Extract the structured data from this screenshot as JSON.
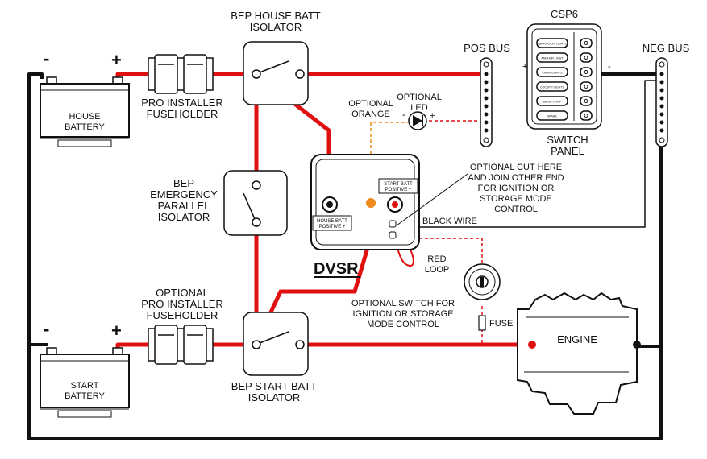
{
  "labels": {
    "house_isolator_1": "BEP HOUSE BATT",
    "house_isolator_2": "ISOLATOR",
    "csp6": "CSP6",
    "pos_bus": "POS BUS",
    "neg_bus": "NEG BUS",
    "switch_panel_1": "SWITCH",
    "switch_panel_2": "PANEL",
    "house_battery_1": "HOUSE",
    "house_battery_2": "BATTERY",
    "pro_fuse_1": "PRO INSTALLER",
    "pro_fuse_2": "FUSEHOLDER",
    "optional_orange_1": "OPTIONAL",
    "optional_orange_2": "ORANGE",
    "optional_led_1": "OPTIONAL",
    "optional_led_2": "LED",
    "led_minus": "-",
    "led_plus": "+",
    "emergency_1": "BEP",
    "emergency_2": "EMERGENCY",
    "emergency_3": "PARALLEL",
    "emergency_4": "ISOLATOR",
    "cut_1": "OPTIONAL CUT HERE",
    "cut_2": "AND JOIN OTHER END",
    "cut_3": "FOR IGNITION OR",
    "cut_4": "STORAGE MODE",
    "cut_5": "CONTROL",
    "black_wire": "BLACK WIRE",
    "house_batt_pos_1": "HOUSE BATT",
    "house_batt_pos_2": "POSITIVE +",
    "start_batt_pos_1": "START BATT",
    "start_batt_pos_2": "POSITIVE +",
    "dvsr": "DVSR",
    "red_loop_1": "RED",
    "red_loop_2": "LOOP",
    "opt_fuse_1": "OPTIONAL",
    "opt_fuse_2": "PRO INSTALLER",
    "opt_fuse_3": "FUSEHOLDER",
    "opt_switch_1": "OPTIONAL SWITCH FOR",
    "opt_switch_2": "IGNITION OR STORAGE",
    "opt_switch_3": "MODE CONTROL",
    "fuse": "FUSE",
    "engine": "ENGINE",
    "start_battery_1": "START",
    "start_battery_2": "BATTERY",
    "start_isolator_1": "BEP START BATT",
    "start_isolator_2": "ISOLATOR",
    "minus": "-",
    "plus": "+",
    "bus_plus": "+",
    "bus_minus": "-"
  },
  "csp6_switches": [
    "NAVIGATION LIGHTS",
    "ANCHOR LIGHT",
    "CABIN LIGHTS",
    "COCKPIT LIGHTS",
    "BILGE PUMP",
    "SPARE"
  ],
  "colors": {
    "positive_wire": "#e01010",
    "negative_wire": "#111111",
    "optional_red": "#e01010",
    "optional_orange": "#f08a1c"
  }
}
